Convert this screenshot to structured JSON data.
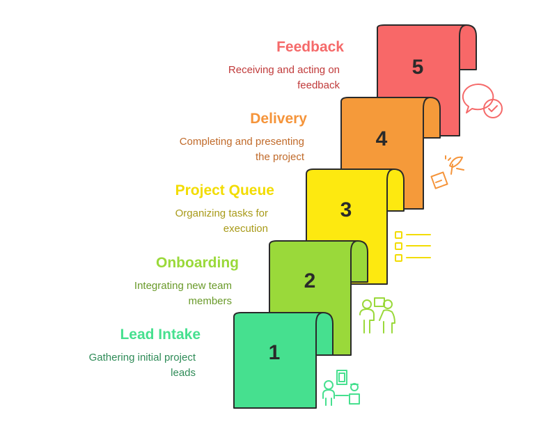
{
  "steps": [
    {
      "number": "1",
      "title": "Lead Intake",
      "description_line1": "Gathering initial project",
      "description_line2": "leads",
      "color": "#46e08f",
      "title_color": "#46e08f",
      "desc_color": "#2e8b57",
      "icon": "presentation-people-icon"
    },
    {
      "number": "2",
      "title": "Onboarding",
      "description_line1": "Integrating new team",
      "description_line2": "members",
      "color": "#9ad93a",
      "title_color": "#9ad93a",
      "desc_color": "#6a9a2a",
      "icon": "mentor-board-icon"
    },
    {
      "number": "3",
      "title": "Project Queue",
      "description_line1": "Organizing tasks for",
      "description_line2": "execution",
      "color": "#fde910",
      "title_color": "#f2dc00",
      "desc_color": "#a89a18",
      "icon": "checklist-icon"
    },
    {
      "number": "4",
      "title": "Delivery",
      "description_line1": "Completing and presenting",
      "description_line2": "the project",
      "color": "#f59a3a",
      "title_color": "#f5943a",
      "desc_color": "#c06a2a",
      "icon": "package-delivery-icon"
    },
    {
      "number": "5",
      "title": "Feedback",
      "description_line1": "Receiving and acting on",
      "description_line2": "feedback",
      "color": "#f86868",
      "title_color": "#f56a6a",
      "desc_color": "#c03a3a",
      "icon": "feedback-chat-icon"
    }
  ]
}
